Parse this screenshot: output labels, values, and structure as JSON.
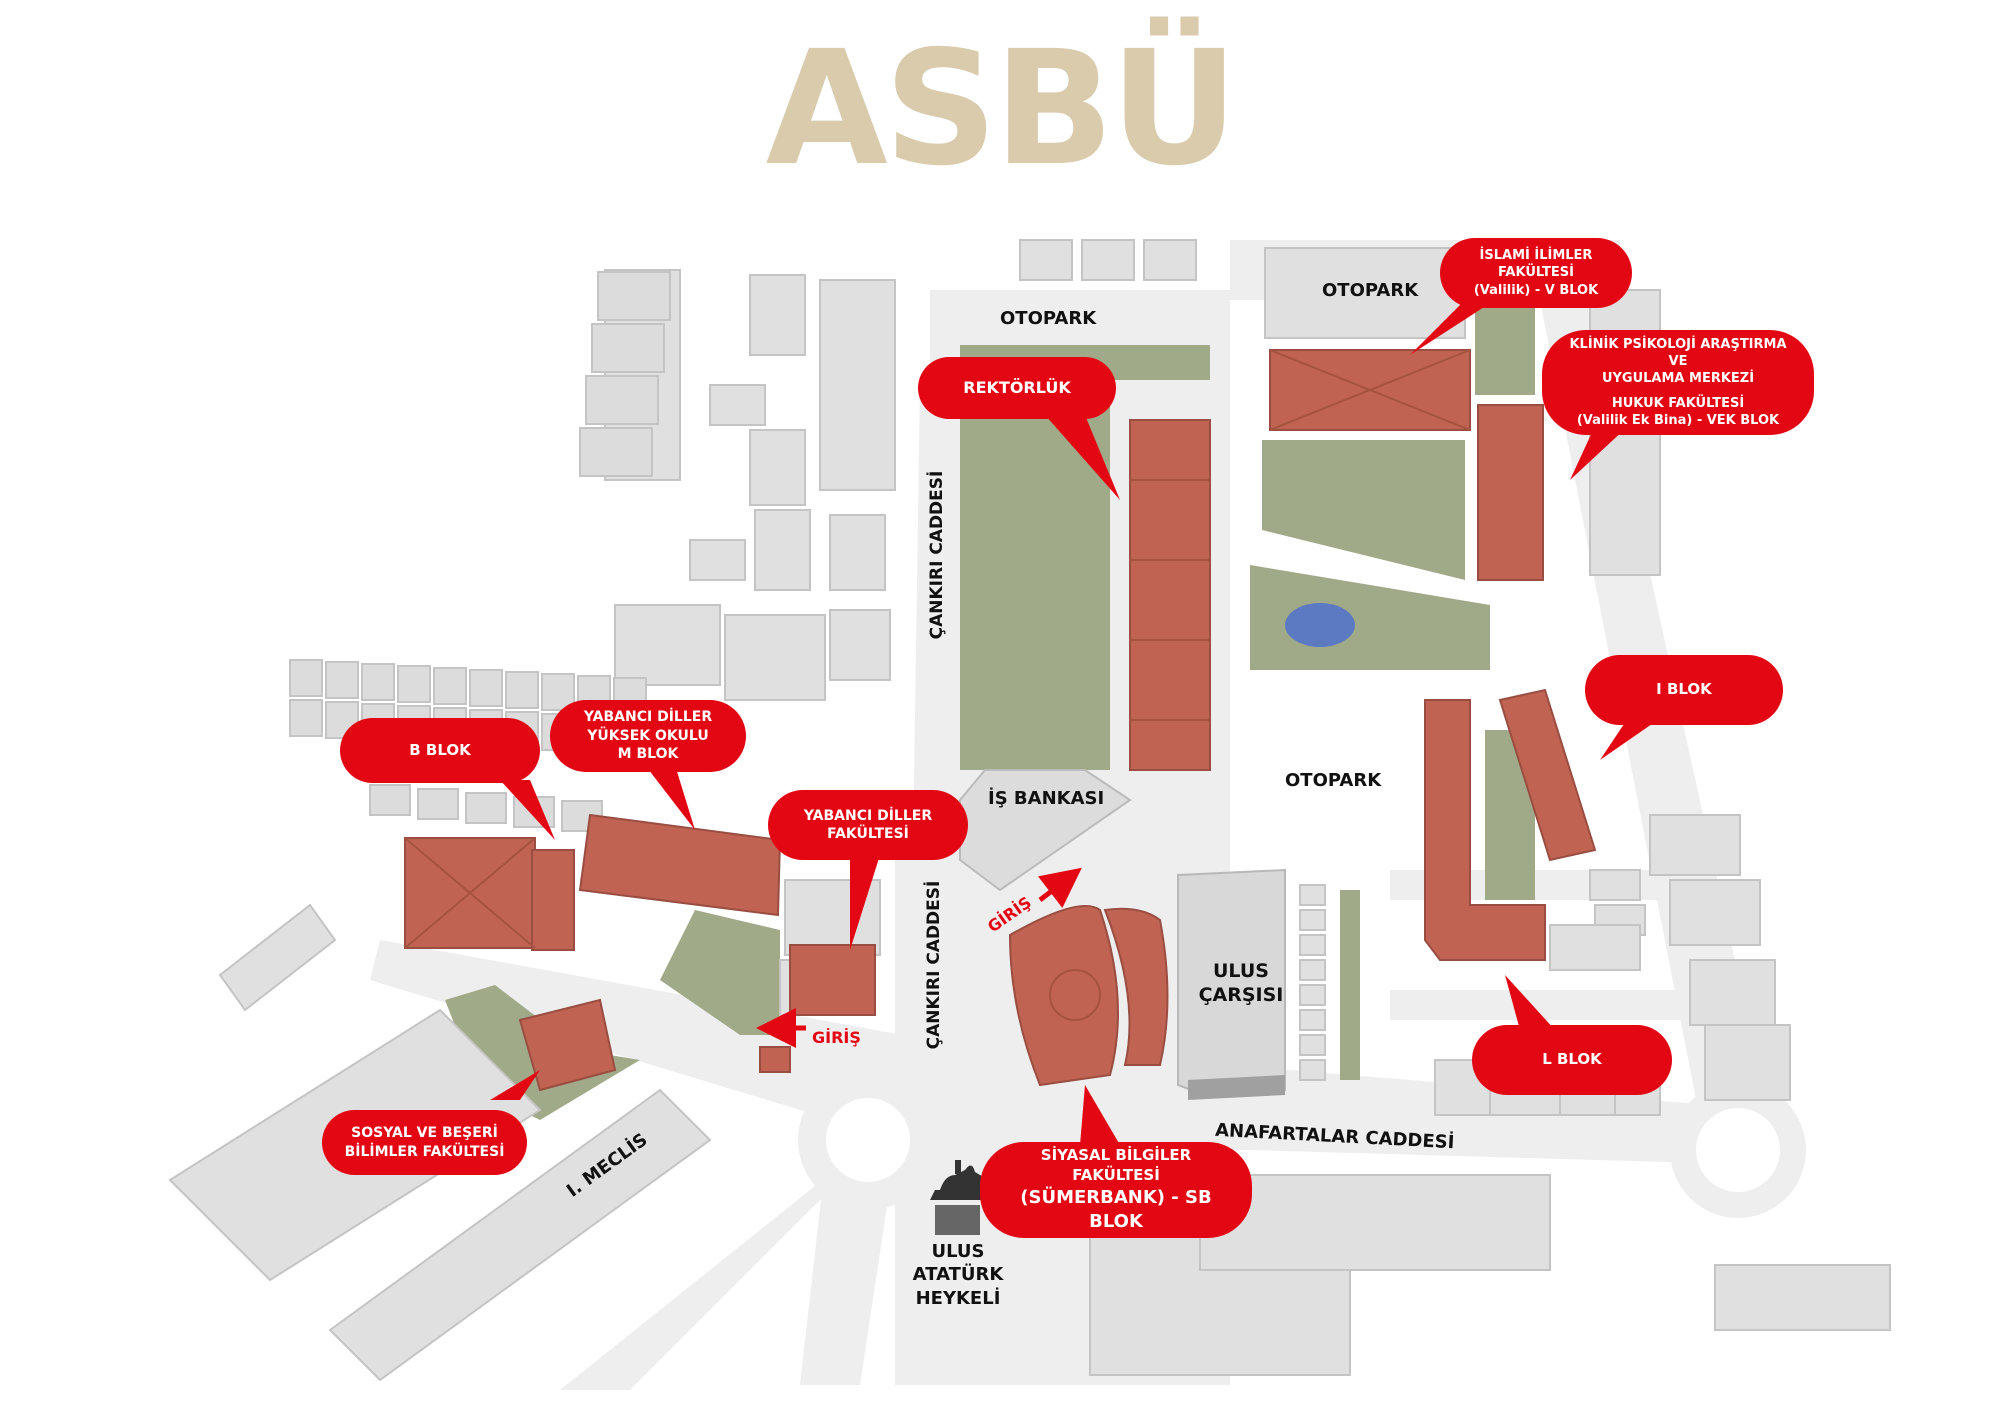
{
  "logo": "ASBÜ",
  "colors": {
    "callout": "#e30613",
    "building_red": "#c06353",
    "building_grey": "#e0e0e0",
    "green": "#a0aa88",
    "road": "#eeeeee",
    "pond": "#5b7ac2",
    "logo": "#d9cbac"
  },
  "callouts": {
    "islami": [
      "İSLAMİ İLİMLER",
      "FAKÜLTESİ",
      "(Valilik) - V BLOK"
    ],
    "klinik": [
      "KLİNİK PSİKOLOJİ ARAŞTIRMA VE",
      "UYGULAMA MERKEZİ"
    ],
    "hukuk": [
      "HUKUK FAKÜLTESİ",
      "(Valilik Ek Bina) - VEK BLOK"
    ],
    "rektorluk": "REKTÖRLÜK",
    "i_blok": "I BLOK",
    "b_blok": "B BLOK",
    "yabanci_yuksek": [
      "YABANCI DİLLER",
      "YÜKSEK OKULU",
      "M BLOK"
    ],
    "yabanci_fakulte": [
      "YABANCI DİLLER",
      "FAKÜLTESİ"
    ],
    "sosyal": [
      "SOSYAL VE BEŞERİ",
      "BİLİMLER FAKÜLTESİ"
    ],
    "siyasal": [
      "SİYASAL BİLGİLER",
      "FAKÜLTESİ",
      "(SÜMERBANK) - SB BLOK"
    ],
    "l_blok": "L BLOK"
  },
  "labels": {
    "otopark_top": "OTOPARK",
    "otopark_right": "OTOPARK",
    "otopark_mid": "OTOPARK",
    "cankiri_upper": "ÇANKIRI CADDESİ",
    "cankiri_lower": "ÇANKIRI CADDESİ",
    "is_bankasi": "İŞ BANKASI",
    "ulus_carsisi": [
      "ULUS",
      "ÇARŞISI"
    ],
    "anafartalar": "ANAFARTALAR CADDESİ",
    "ulus_ataturk": [
      "ULUS",
      "ATATÜRK",
      "HEYKELİ"
    ],
    "meclis": "I. MECLİS",
    "giris_1": "GİRİŞ",
    "giris_2": "GİRİŞ"
  }
}
